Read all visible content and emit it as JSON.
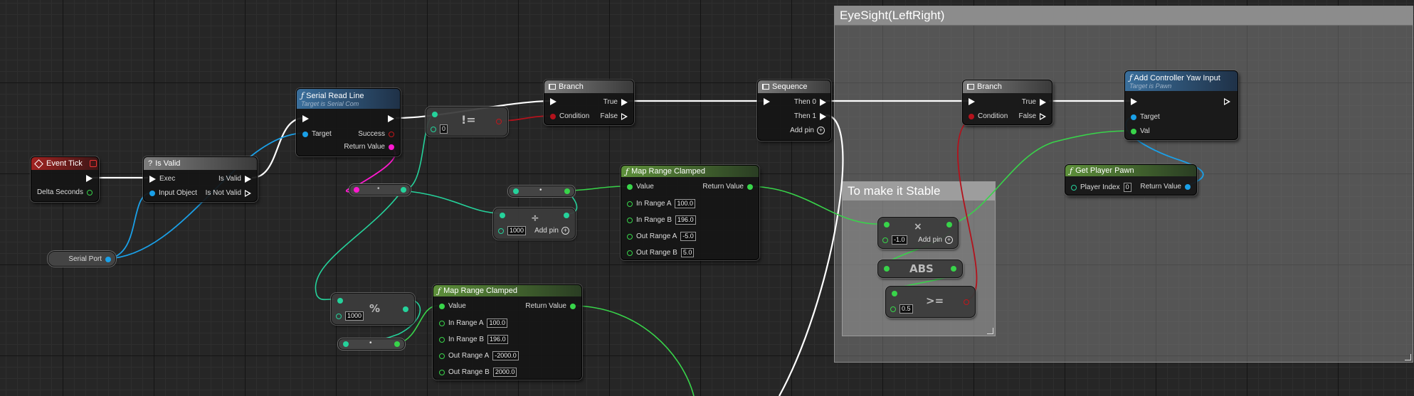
{
  "comments": {
    "eyesight": "EyeSight(LeftRight)",
    "stable": "To make it Stable"
  },
  "event_tick": {
    "title": "Event Tick",
    "delta": "Delta Seconds"
  },
  "is_valid": {
    "title": "Is Valid",
    "exec": "Exec",
    "input_object": "Input Object",
    "is_valid": "Is Valid",
    "is_not_valid": "Is Not Valid"
  },
  "serial_port": {
    "label": "Serial Port"
  },
  "serial_read_line": {
    "title": "Serial Read Line",
    "subtitle": "Target is Serial Com",
    "target": "Target",
    "success": "Success",
    "return_value": "Return Value"
  },
  "not_equal": {
    "symbol": "!=",
    "value": "0"
  },
  "branch1": {
    "title": "Branch",
    "true": "True",
    "false": "False",
    "condition": "Condition"
  },
  "sequence": {
    "title": "Sequence",
    "then0": "Then 0",
    "then1": "Then 1",
    "add_pin": "Add pin"
  },
  "branch2": {
    "title": "Branch",
    "true": "True",
    "false": "False",
    "condition": "Condition"
  },
  "add_yaw": {
    "title": "Add Controller Yaw Input",
    "subtitle": "Target is Pawn",
    "target": "Target",
    "val": "Val"
  },
  "get_player_pawn": {
    "title": "Get Player Pawn",
    "player_index": "Player Index",
    "player_index_value": "0",
    "return_value": "Return Value"
  },
  "divide": {
    "symbol": "÷",
    "value": "1000",
    "add_pin": "Add pin"
  },
  "map_range_1": {
    "title": "Map Range Clamped",
    "value": "Value",
    "return_value": "Return Value",
    "in_a": "In Range A",
    "in_a_val": "100.0",
    "in_b": "In Range B",
    "in_b_val": "196.0",
    "out_a": "Out Range A",
    "out_a_val": "-5.0",
    "out_b": "Out Range B",
    "out_b_val": "5.0"
  },
  "map_range_2": {
    "title": "Map Range Clamped",
    "value": "Value",
    "return_value": "Return Value",
    "in_a": "In Range A",
    "in_a_val": "100.0",
    "in_b": "In Range B",
    "in_b_val": "196.0",
    "out_a": "Out Range A",
    "out_a_val": "-2000.0",
    "out_b": "Out Range B",
    "out_b_val": "2000.0"
  },
  "modulo": {
    "symbol": "%",
    "value": "1000"
  },
  "multiply": {
    "symbol": "×",
    "value": "-1.0",
    "add_pin": "Add pin"
  },
  "abs": {
    "symbol": "ABS"
  },
  "gte": {
    "symbol": ">=",
    "value": "0.5"
  },
  "colors": {
    "exec": "#ffffff",
    "float": "#38d44a",
    "object": "#1aa0e8",
    "string": "#ff19d0",
    "bool": "#b3121c",
    "int": "#25d29b"
  }
}
